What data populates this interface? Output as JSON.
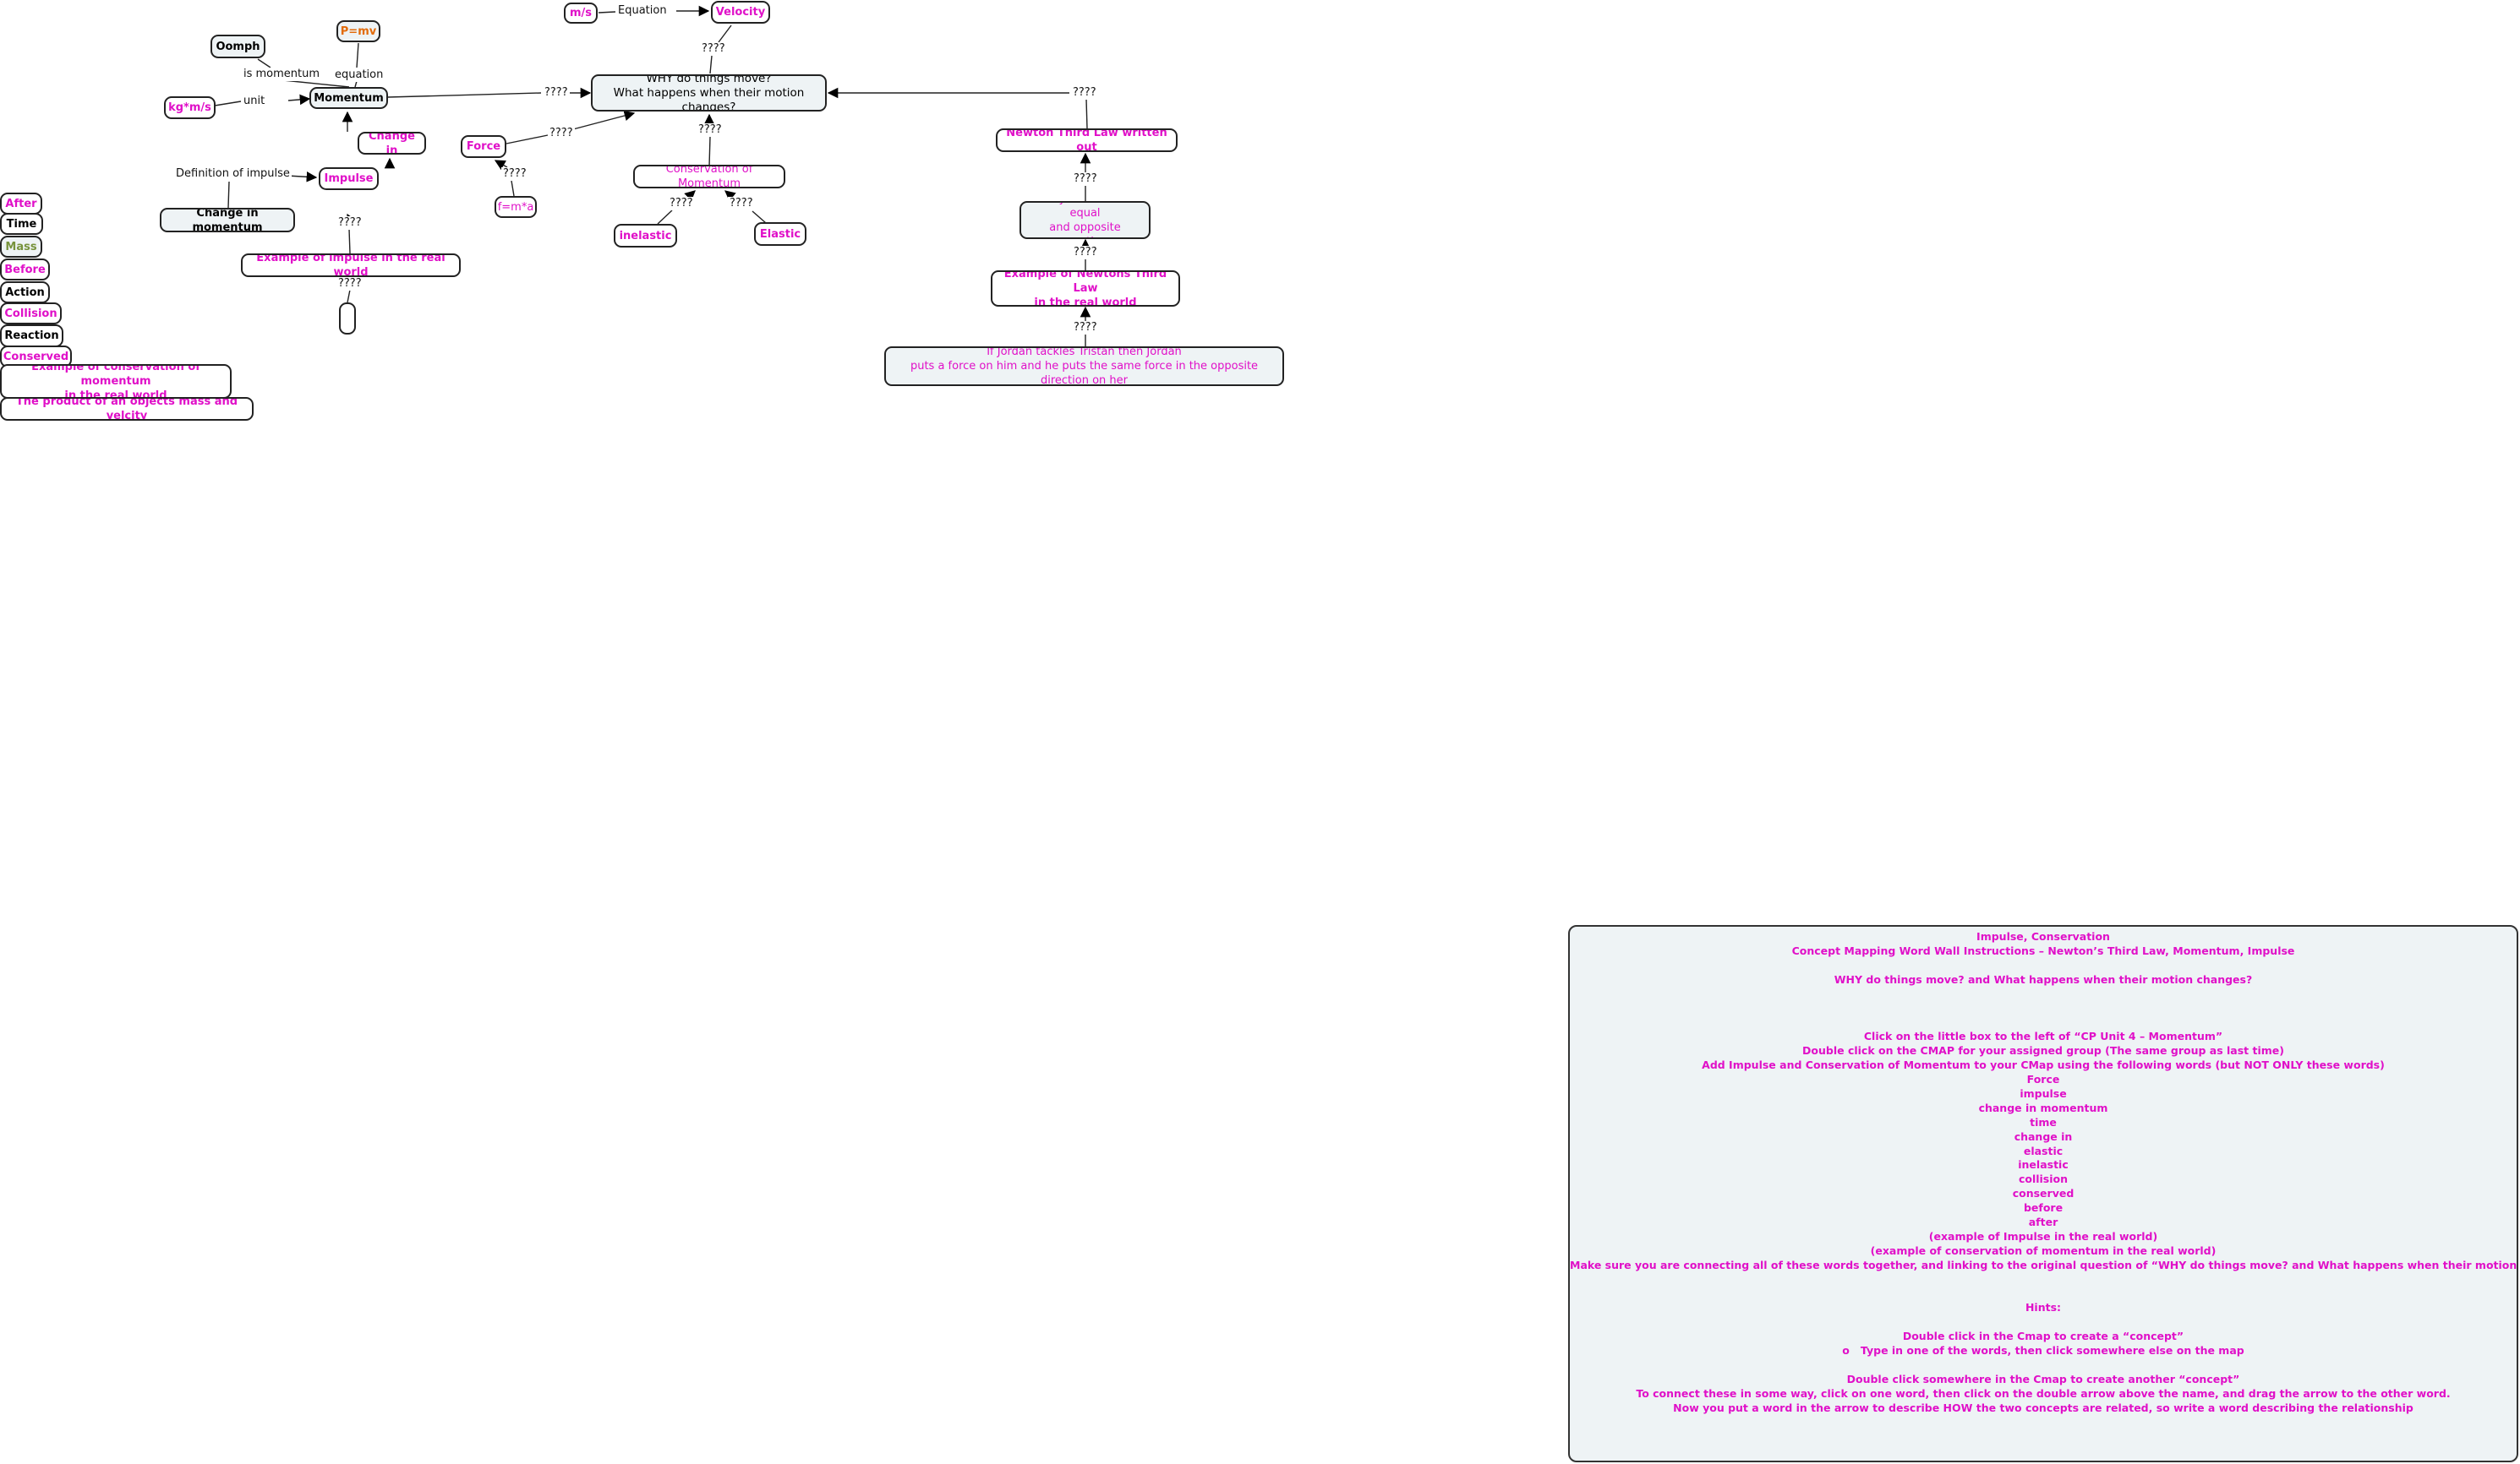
{
  "nodes": {
    "oomph": "Oomph",
    "pmv": "P=mv",
    "ms": "m/s",
    "velocity": "Velocity",
    "kgms": "kg*m/s",
    "momentum": "Momentum",
    "main_question": "WHY do things move?\nWhat happens when their motion changes?",
    "change_in": "Change in",
    "impulse": "Impulse",
    "change_in_momentum": "Change in momentum",
    "force": "Force",
    "fma": "f=m*a",
    "conservation": "Conservation of Momentum",
    "inelastic": "inelastic",
    "elastic": "Elastic",
    "newton_third": "Newton Third Law written out",
    "equal_opposite": "Every action has a equal\nand opposite reaction",
    "example_newton": "Example of Newtons Third Law\nin the real world",
    "jordan": "If Jordan tackles Tristan then Jordan\nputs a force on him and he puts the same force in the opposite direction on her",
    "example_impulse": "Example of impulse in the real world",
    "empty": ""
  },
  "word_bank": [
    "After",
    "Time",
    "Mass",
    "Before",
    "Action",
    "Collision",
    "Reaction",
    "Conserved",
    "Example of conservation of momentum\nin the real world",
    "The product of an objects mass and velcity"
  ],
  "links": {
    "is_momentum": "is momentum",
    "equation_pmv": "equation",
    "equation_ms": "Equation",
    "unit": "unit",
    "definition_impulse": "Definition of impulse",
    "q_velocity": "????",
    "q_momentum": "????",
    "q_force": "????",
    "q_conservation": "????",
    "q_newton": "????",
    "q_impulse": "????",
    "q_fma": "????",
    "q_inelastic": "????",
    "q_elastic": "????",
    "q_equal": "????",
    "q_example_newton": "????",
    "q_jordan": "????",
    "q_example_impulse": "????"
  },
  "instructions": [
    "Impulse, Conservation",
    "Concept Mapping Word Wall Instructions – Newton’s Third Law, Momentum, Impulse",
    "",
    "WHY do things move? and What happens when their motion changes?",
    "",
    "",
    "",
    "Click on the little box to the left of “CP Unit 4 – Momentum”",
    "Double click on the CMAP for your assigned group (The same group as last time)",
    "Add Impulse and Conservation of Momentum to your CMap using the following words (but NOT ONLY these words)",
    "Force",
    "impulse",
    "change in momentum",
    "time",
    "change in",
    "elastic",
    "inelastic",
    "collision",
    "conserved",
    "before",
    "after",
    "(example of Impulse in the real world)",
    "(example of conservation of momentum in the real world)",
    "Make sure you are connecting all of these words together, and linking to the original question of “WHY do things move? and What happens when their motion changes?”",
    "",
    "",
    "Hints:",
    "",
    "Double click in the Cmap to create a “concept”",
    "o   Type in one of the words, then click somewhere else on the map",
    "",
    "Double click somewhere in the Cmap to create another “concept”",
    "To connect these in some way, click on one word, then click on the double arrow above the name, and drag the arrow to the other word.",
    "Now you put a word in the arrow to describe HOW the two concepts are related, so write a word describing the relationship"
  ],
  "colors": {
    "concept_text": "#e010c8",
    "border": "#222222",
    "panel_bg": "#eef3f5"
  }
}
